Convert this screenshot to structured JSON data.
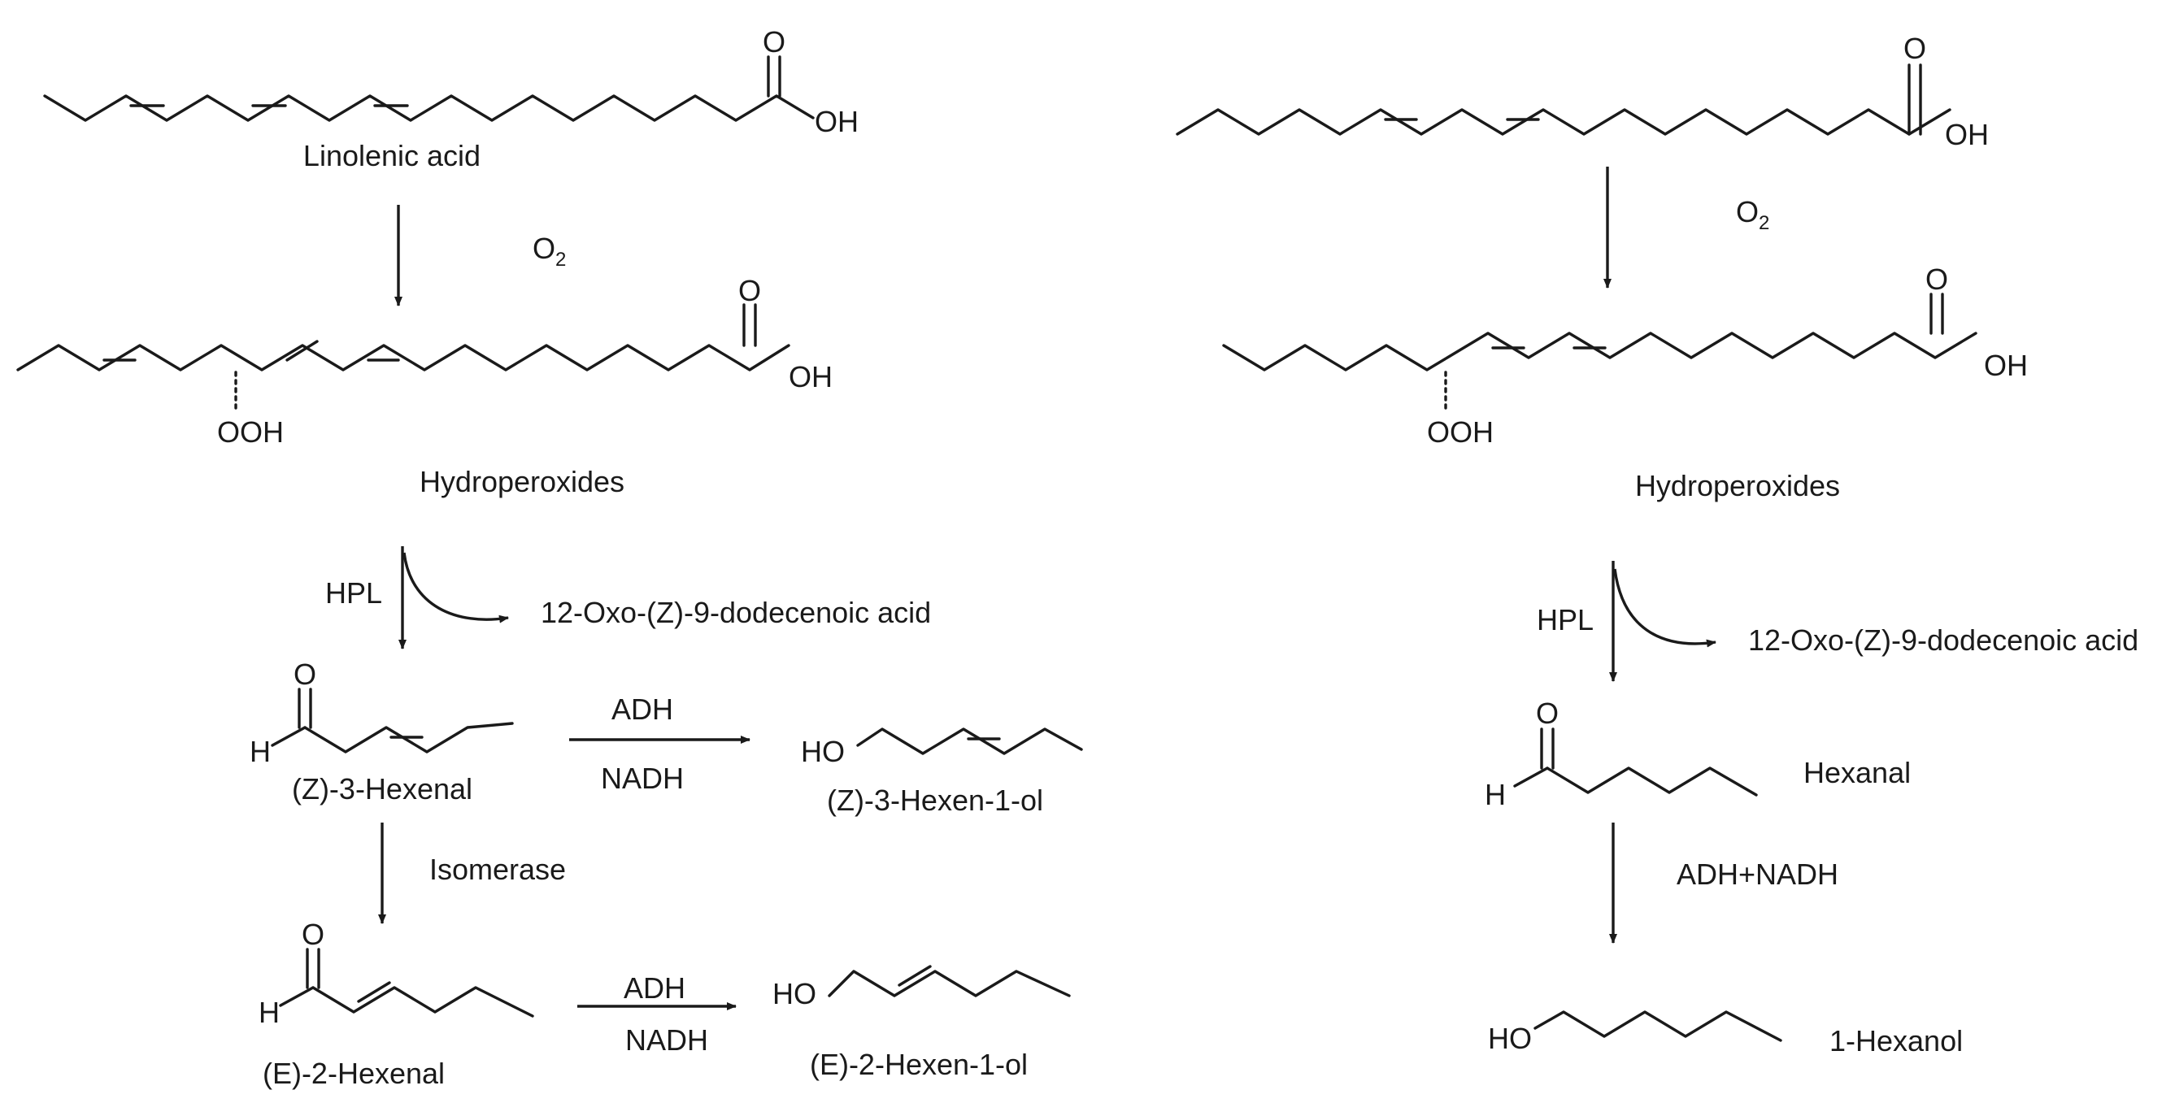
{
  "left": {
    "linolenic_acid": "Linolenic acid",
    "o2_main": "O",
    "o2_sub": "2",
    "hydroperoxides": "Hydroperoxides",
    "hpl": "HPL",
    "side_product": "12-Oxo-(Z)-9-dodecenoic acid",
    "z3_hexenal": "(Z)-3-Hexenal",
    "adh_top": "ADH",
    "nadh_top": "NADH",
    "z3_hexenol": "(Z)-3-Hexen-1-ol",
    "isomerase": "Isomerase",
    "e2_hexenal": "(E)-2-Hexenal",
    "adh_bottom": "ADH",
    "nadh_bottom": "NADH",
    "e2_hexenol": "(E)-2-Hexen-1-ol"
  },
  "right": {
    "o2_main": "O",
    "o2_sub": "2",
    "hydroperoxides": "Hydroperoxides",
    "hpl": "HPL",
    "side_product": "12-Oxo-(Z)-9-dodecenoic acid",
    "hexanal": "Hexanal",
    "adh_nadh": "ADH+NADH",
    "hexanol": "1-Hexanol"
  },
  "atoms": {
    "o": "O",
    "oh": "OH",
    "ooh": "OOH",
    "h": "H",
    "ho": "HO"
  }
}
